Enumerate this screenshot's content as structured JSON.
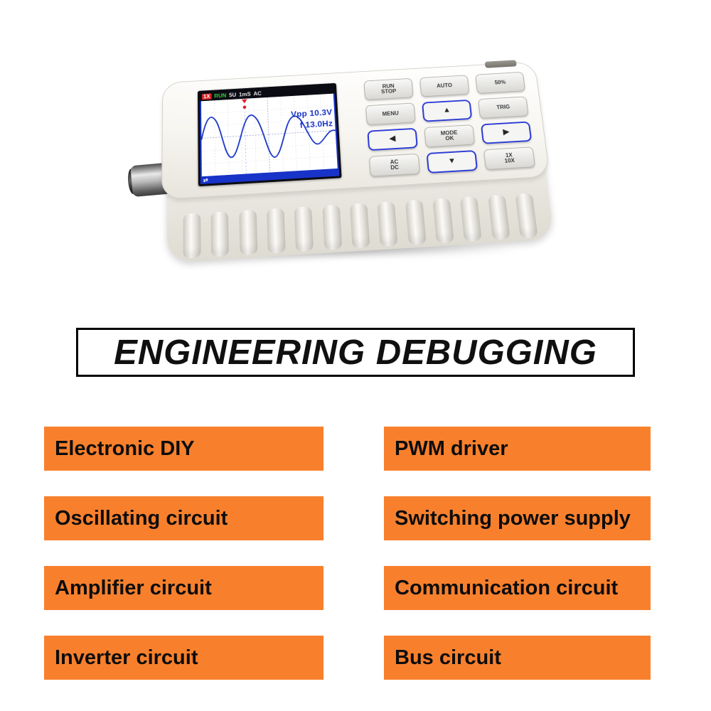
{
  "banner": {
    "text": "ENGINEERING DEBUGGING"
  },
  "features": {
    "left": [
      "Electronic DIY",
      "Oscillating circuit",
      "Amplifier circuit",
      "Inverter circuit"
    ],
    "right": [
      "PWM driver",
      "Switching power supply",
      "Communication circuit",
      "Bus circuit"
    ],
    "bg_color": "#F8802D"
  },
  "device": {
    "screen": {
      "status": [
        "1X",
        "RUN",
        "5U",
        "1mS",
        "AC"
      ],
      "vpp": "Vpp 10.3V",
      "freq": "f 13.0Hz",
      "bottom_bar": "⇄"
    },
    "keypad": {
      "run_stop": [
        "RUN",
        "STOP"
      ],
      "auto": "AUTO",
      "fifty": "50%",
      "menu": "MENU",
      "trig": "TRIG",
      "mode_ok": [
        "MODE",
        "OK"
      ],
      "ac_dc": [
        "AC",
        "DC"
      ],
      "x1x10": [
        "1X",
        "10X"
      ],
      "up": "▲",
      "down": "▼",
      "left": "◀",
      "right": "▶"
    }
  }
}
